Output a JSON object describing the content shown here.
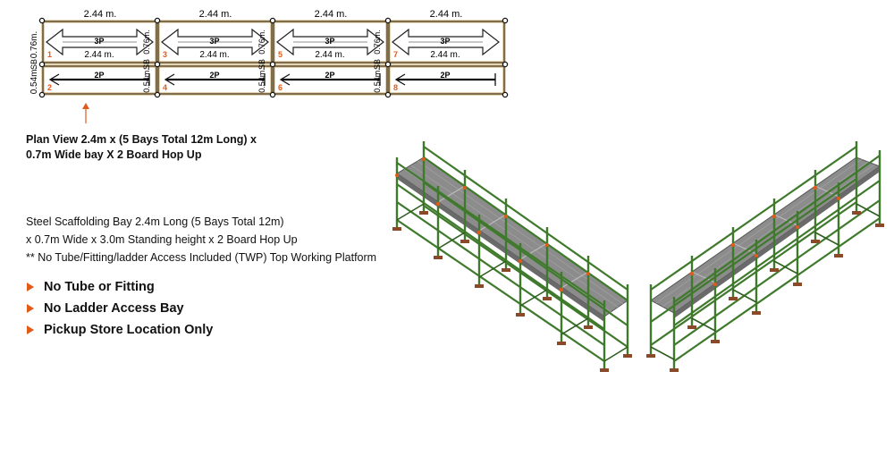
{
  "plan": {
    "bay_width_labels": [
      "2.44 m.",
      "2.44 m.",
      "2.44 m.",
      "2.44 m."
    ],
    "top_row": [
      {
        "number": "1",
        "boards": "3P",
        "length": "2.44 m."
      },
      {
        "number": "3",
        "boards": "3P",
        "length": "2.44 m."
      },
      {
        "number": "5",
        "boards": "3P",
        "length": "2.44 m."
      },
      {
        "number": "7",
        "boards": "3P",
        "length": "2.44 m."
      }
    ],
    "bottom_row": [
      {
        "number": "2",
        "boards": "2P"
      },
      {
        "number": "4",
        "boards": "2P"
      },
      {
        "number": "6",
        "boards": "2P"
      },
      {
        "number": "8",
        "boards": "2P"
      }
    ],
    "side_labels": {
      "top": "0.76m.",
      "middle": "SB",
      "bottom": "0.54m."
    },
    "inner_labels": [
      "0.76m.",
      "SB",
      "0.54m."
    ]
  },
  "caption": {
    "line1": "Plan View 2.4m x (5 Bays Total 12m Long) x",
    "line2": "0.7m Wide bay X 2 Board Hop Up"
  },
  "description": {
    "line1": "Steel Scaffolding Bay 2.4m Long (5 Bays Total 12m)",
    "line2": "x 0.7m Wide x 3.0m Standing height x 2 Board Hop Up",
    "line3": "** No Tube/Fitting/ladder Access Included (TWP) Top Working Platform"
  },
  "features": [
    {
      "label": "No Tube or Fitting"
    },
    {
      "label": "No Ladder Access Bay"
    },
    {
      "label": "Pickup Store Location Only"
    }
  ],
  "colors": {
    "accent": "#e05a1a",
    "frame": "#c9a86a",
    "scaffold_green": "#3f7a2c",
    "deck_grey": "#8c8c8c",
    "base_plate": "#8a4a2a"
  }
}
